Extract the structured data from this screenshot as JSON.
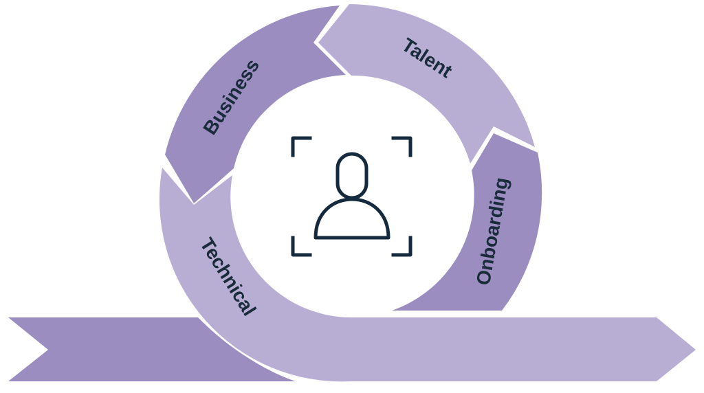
{
  "segments": {
    "business": {
      "label": "Business"
    },
    "talent": {
      "label": "Talent"
    },
    "onboarding": {
      "label": "Onboarding"
    },
    "technical": {
      "label": "Technical"
    }
  },
  "center_icon": "person-in-focus-frame-icon",
  "colors": {
    "dark_purple": "#9c8dc0",
    "light_purple": "#b8aed4",
    "icon_stroke": "#162a3e",
    "label_text": "#1a2b3c",
    "background": "#ffffff"
  }
}
